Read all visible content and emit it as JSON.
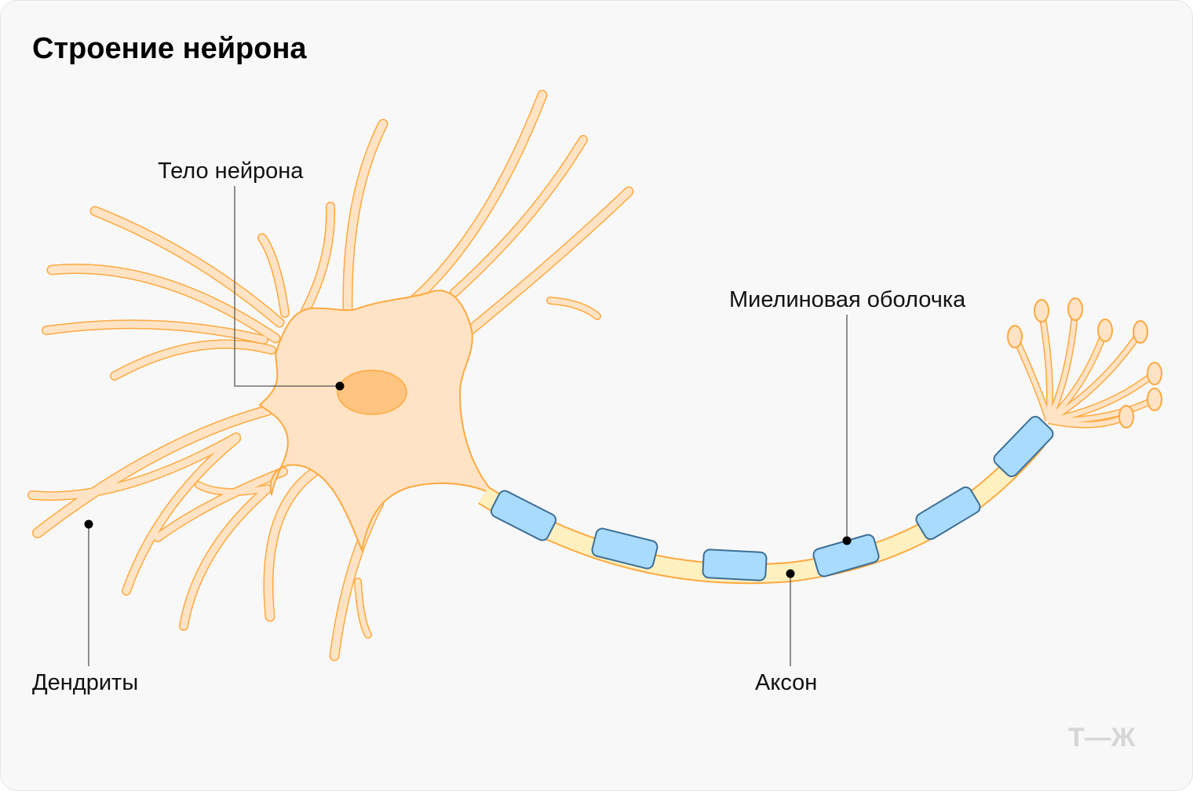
{
  "title": "Строение нейрона",
  "labels": {
    "soma": "Тело нейрона",
    "myelin": "Миелиновая оболочка",
    "dendrites": "Дендриты",
    "axon": "Аксон"
  },
  "logo": "Т—Ж",
  "colors": {
    "cell_fill": "#ffe3c4",
    "cell_stroke": "#ffa93f",
    "nucleus_fill": "#ffc47f",
    "axon_fill": "#fff0c0",
    "myelin_fill": "#a9dbff",
    "myelin_stroke": "#3d6f96"
  }
}
